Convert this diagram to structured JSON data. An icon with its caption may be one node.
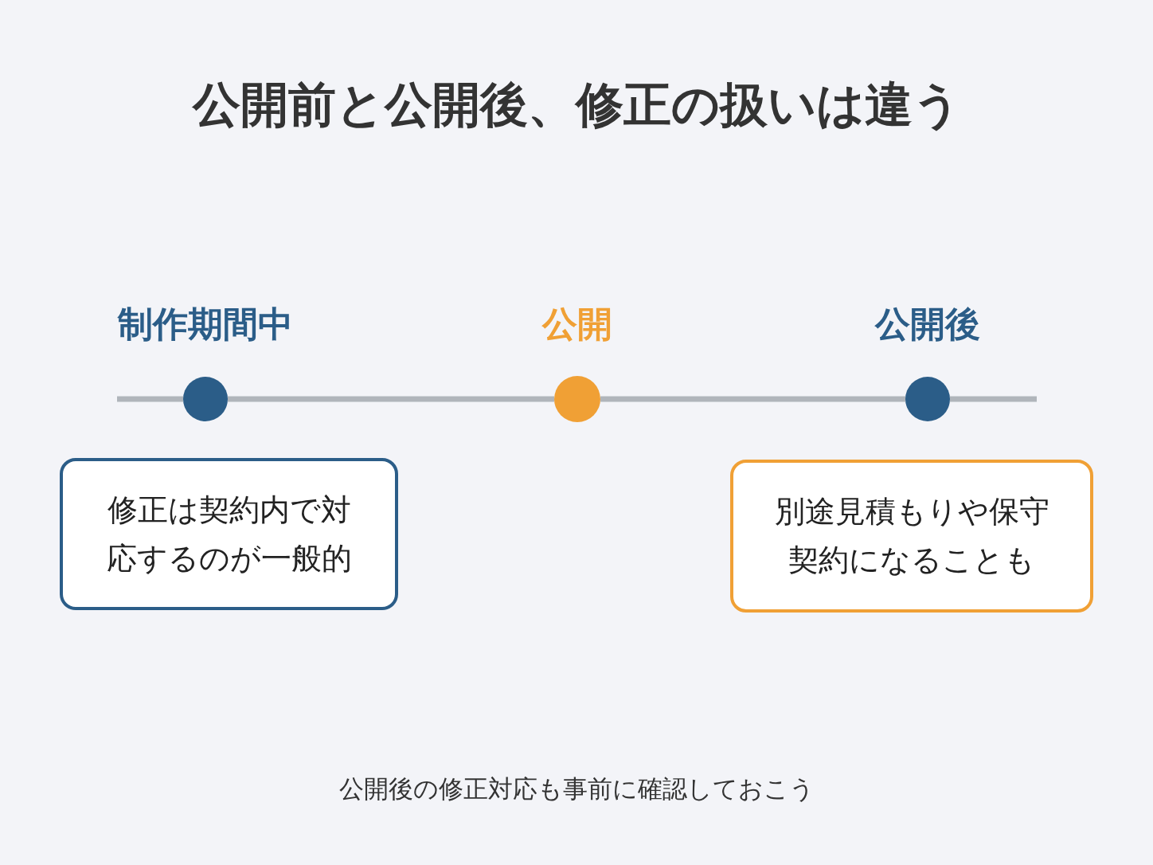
{
  "diagram": {
    "title": "公開前と公開後、修正の扱いは違う",
    "nodes": [
      {
        "text": [],
        "shape": "circle",
        "beside": [
          "制作期間中"
        ]
      },
      {
        "text": [],
        "shape": "circle",
        "beside": [
          "公開"
        ]
      },
      {
        "text": [],
        "shape": "circle",
        "beside": [
          "公開後"
        ]
      },
      {
        "text": [
          "修正は契約内で対応するのが一般的"
        ]
      },
      {
        "text": [
          "別途見積もりや保守契約になることも"
        ]
      }
    ],
    "edges": [
      {
        "from": 0,
        "to": 1,
        "arrow": "none"
      },
      {
        "from": 1,
        "to": 2,
        "arrow": "none"
      }
    ],
    "caption": "公開後の修正対応も事前に確認しておこう"
  }
}
